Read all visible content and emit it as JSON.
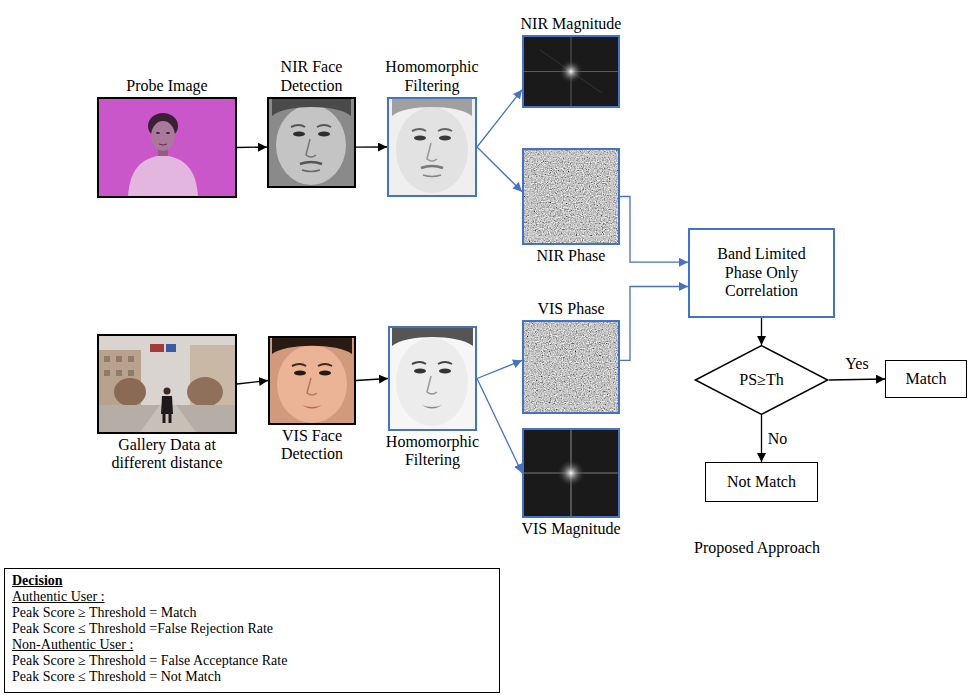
{
  "diagram": {
    "nodes": [
      {
        "text": [
          "Probe Image"
        ]
      },
      {
        "text": [
          "NIR Face Detection"
        ]
      },
      {
        "text": [
          "Homomorphic Filtering"
        ]
      },
      {
        "text": [
          "NIR Magnitude"
        ]
      },
      {
        "text": [
          "NIR Phase"
        ]
      },
      {
        "text": [
          "Band Limited Phase Only Correlation"
        ]
      },
      {
        "text": [
          "VIS Phase"
        ]
      },
      {
        "text": [
          "PS≥Th"
        ]
      },
      {
        "text": [
          "Match"
        ]
      },
      {
        "text": [
          "Not Match"
        ]
      },
      {
        "text": [
          "Gallery Data at different distance"
        ]
      },
      {
        "text": [
          "VIS Face Detection"
        ]
      },
      {
        "text": [
          "Homomorphic Filtering"
        ]
      },
      {
        "text": [
          "VIS Magnitude"
        ]
      },
      {
        "text": [
          "Decision",
          "Authentic User :",
          "Peak Score ≥ Threshold = Match",
          "Peak Score ≤ Threshold =False Rejection Rate",
          "Non-Authentic User :",
          "Peak Score ≥ Threshold = False Acceptance Rate",
          "Peak Score ≤ Threshold = Not Match"
        ]
      }
    ],
    "edges": [
      {
        "from": 0,
        "to": 1,
        "arrow": "to"
      },
      {
        "from": 1,
        "to": 2,
        "arrow": "to"
      },
      {
        "from": 2,
        "to": 3,
        "arrow": "to"
      },
      {
        "from": 2,
        "to": 4,
        "arrow": "to"
      },
      {
        "from": 4,
        "to": 5,
        "arrow": "to"
      },
      {
        "from": 6,
        "to": 5,
        "arrow": "to"
      },
      {
        "from": 10,
        "to": 11,
        "arrow": "to"
      },
      {
        "from": 11,
        "to": 12,
        "arrow": "to"
      },
      {
        "from": 12,
        "to": 6,
        "arrow": "to"
      },
      {
        "from": 12,
        "to": 13,
        "arrow": "to"
      },
      {
        "from": 5,
        "to": 7,
        "arrow": "to"
      },
      {
        "from": 7,
        "to": 8,
        "label": "Yes",
        "arrow": "to"
      },
      {
        "from": 7,
        "to": 9,
        "label": "No",
        "arrow": "to"
      }
    ],
    "labels": [
      "Proposed Approach"
    ]
  }
}
